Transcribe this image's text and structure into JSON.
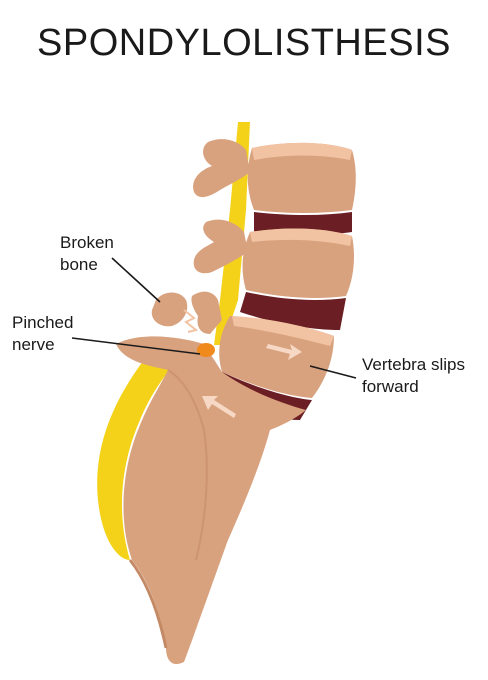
{
  "title": "SPONDYLOLISTHESIS",
  "labels": {
    "broken_bone": [
      "Broken",
      "bone"
    ],
    "pinched_nerve": [
      "Pinched",
      "nerve"
    ],
    "vertebra_slips": [
      "Vertebra slips",
      "forward"
    ]
  },
  "colors": {
    "bone": "#d9a27f",
    "bone_shadow": "#c48a66",
    "bone_highlight": "#f2c3a3",
    "disc": "#6b1f24",
    "nerve": "#f5d21a",
    "pinch": "#f08a1c",
    "arrow": "#f7d8c4"
  }
}
